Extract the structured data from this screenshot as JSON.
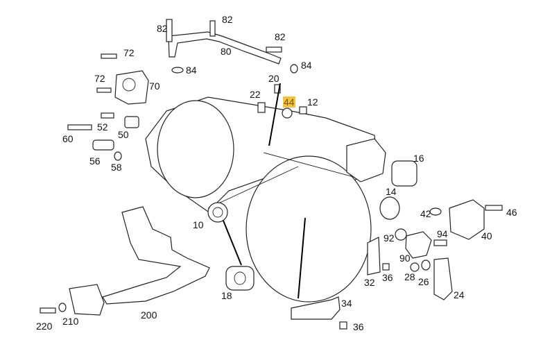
{
  "diagram": {
    "highlight_color": "#f6c243",
    "callouts": [
      {
        "id": "c82a",
        "text": "82"
      },
      {
        "id": "c82b",
        "text": "82"
      },
      {
        "id": "c82c",
        "text": "82"
      },
      {
        "id": "c80",
        "text": "80"
      },
      {
        "id": "c84a",
        "text": "84"
      },
      {
        "id": "c84b",
        "text": "84"
      },
      {
        "id": "c72a",
        "text": "72"
      },
      {
        "id": "c72b",
        "text": "72"
      },
      {
        "id": "c70",
        "text": "70"
      },
      {
        "id": "c20",
        "text": "20"
      },
      {
        "id": "c22",
        "text": "22"
      },
      {
        "id": "c44",
        "text": "44",
        "highlighted": true
      },
      {
        "id": "c12",
        "text": "12"
      },
      {
        "id": "c52",
        "text": "52"
      },
      {
        "id": "c50",
        "text": "50"
      },
      {
        "id": "c60",
        "text": "60"
      },
      {
        "id": "c56",
        "text": "56"
      },
      {
        "id": "c58",
        "text": "58"
      },
      {
        "id": "c16",
        "text": "16"
      },
      {
        "id": "c14",
        "text": "14"
      },
      {
        "id": "c42",
        "text": "42"
      },
      {
        "id": "c46",
        "text": "46"
      },
      {
        "id": "c10",
        "text": "10"
      },
      {
        "id": "c92",
        "text": "92"
      },
      {
        "id": "c94",
        "text": "94"
      },
      {
        "id": "c40",
        "text": "40"
      },
      {
        "id": "c90",
        "text": "90"
      },
      {
        "id": "c32",
        "text": "32"
      },
      {
        "id": "c36a",
        "text": "36"
      },
      {
        "id": "c28",
        "text": "28"
      },
      {
        "id": "c26",
        "text": "26"
      },
      {
        "id": "c24",
        "text": "24"
      },
      {
        "id": "c18",
        "text": "18"
      },
      {
        "id": "c34",
        "text": "34"
      },
      {
        "id": "c36b",
        "text": "36"
      },
      {
        "id": "c200",
        "text": "200"
      },
      {
        "id": "c210",
        "text": "210"
      },
      {
        "id": "c220",
        "text": "220"
      }
    ]
  }
}
